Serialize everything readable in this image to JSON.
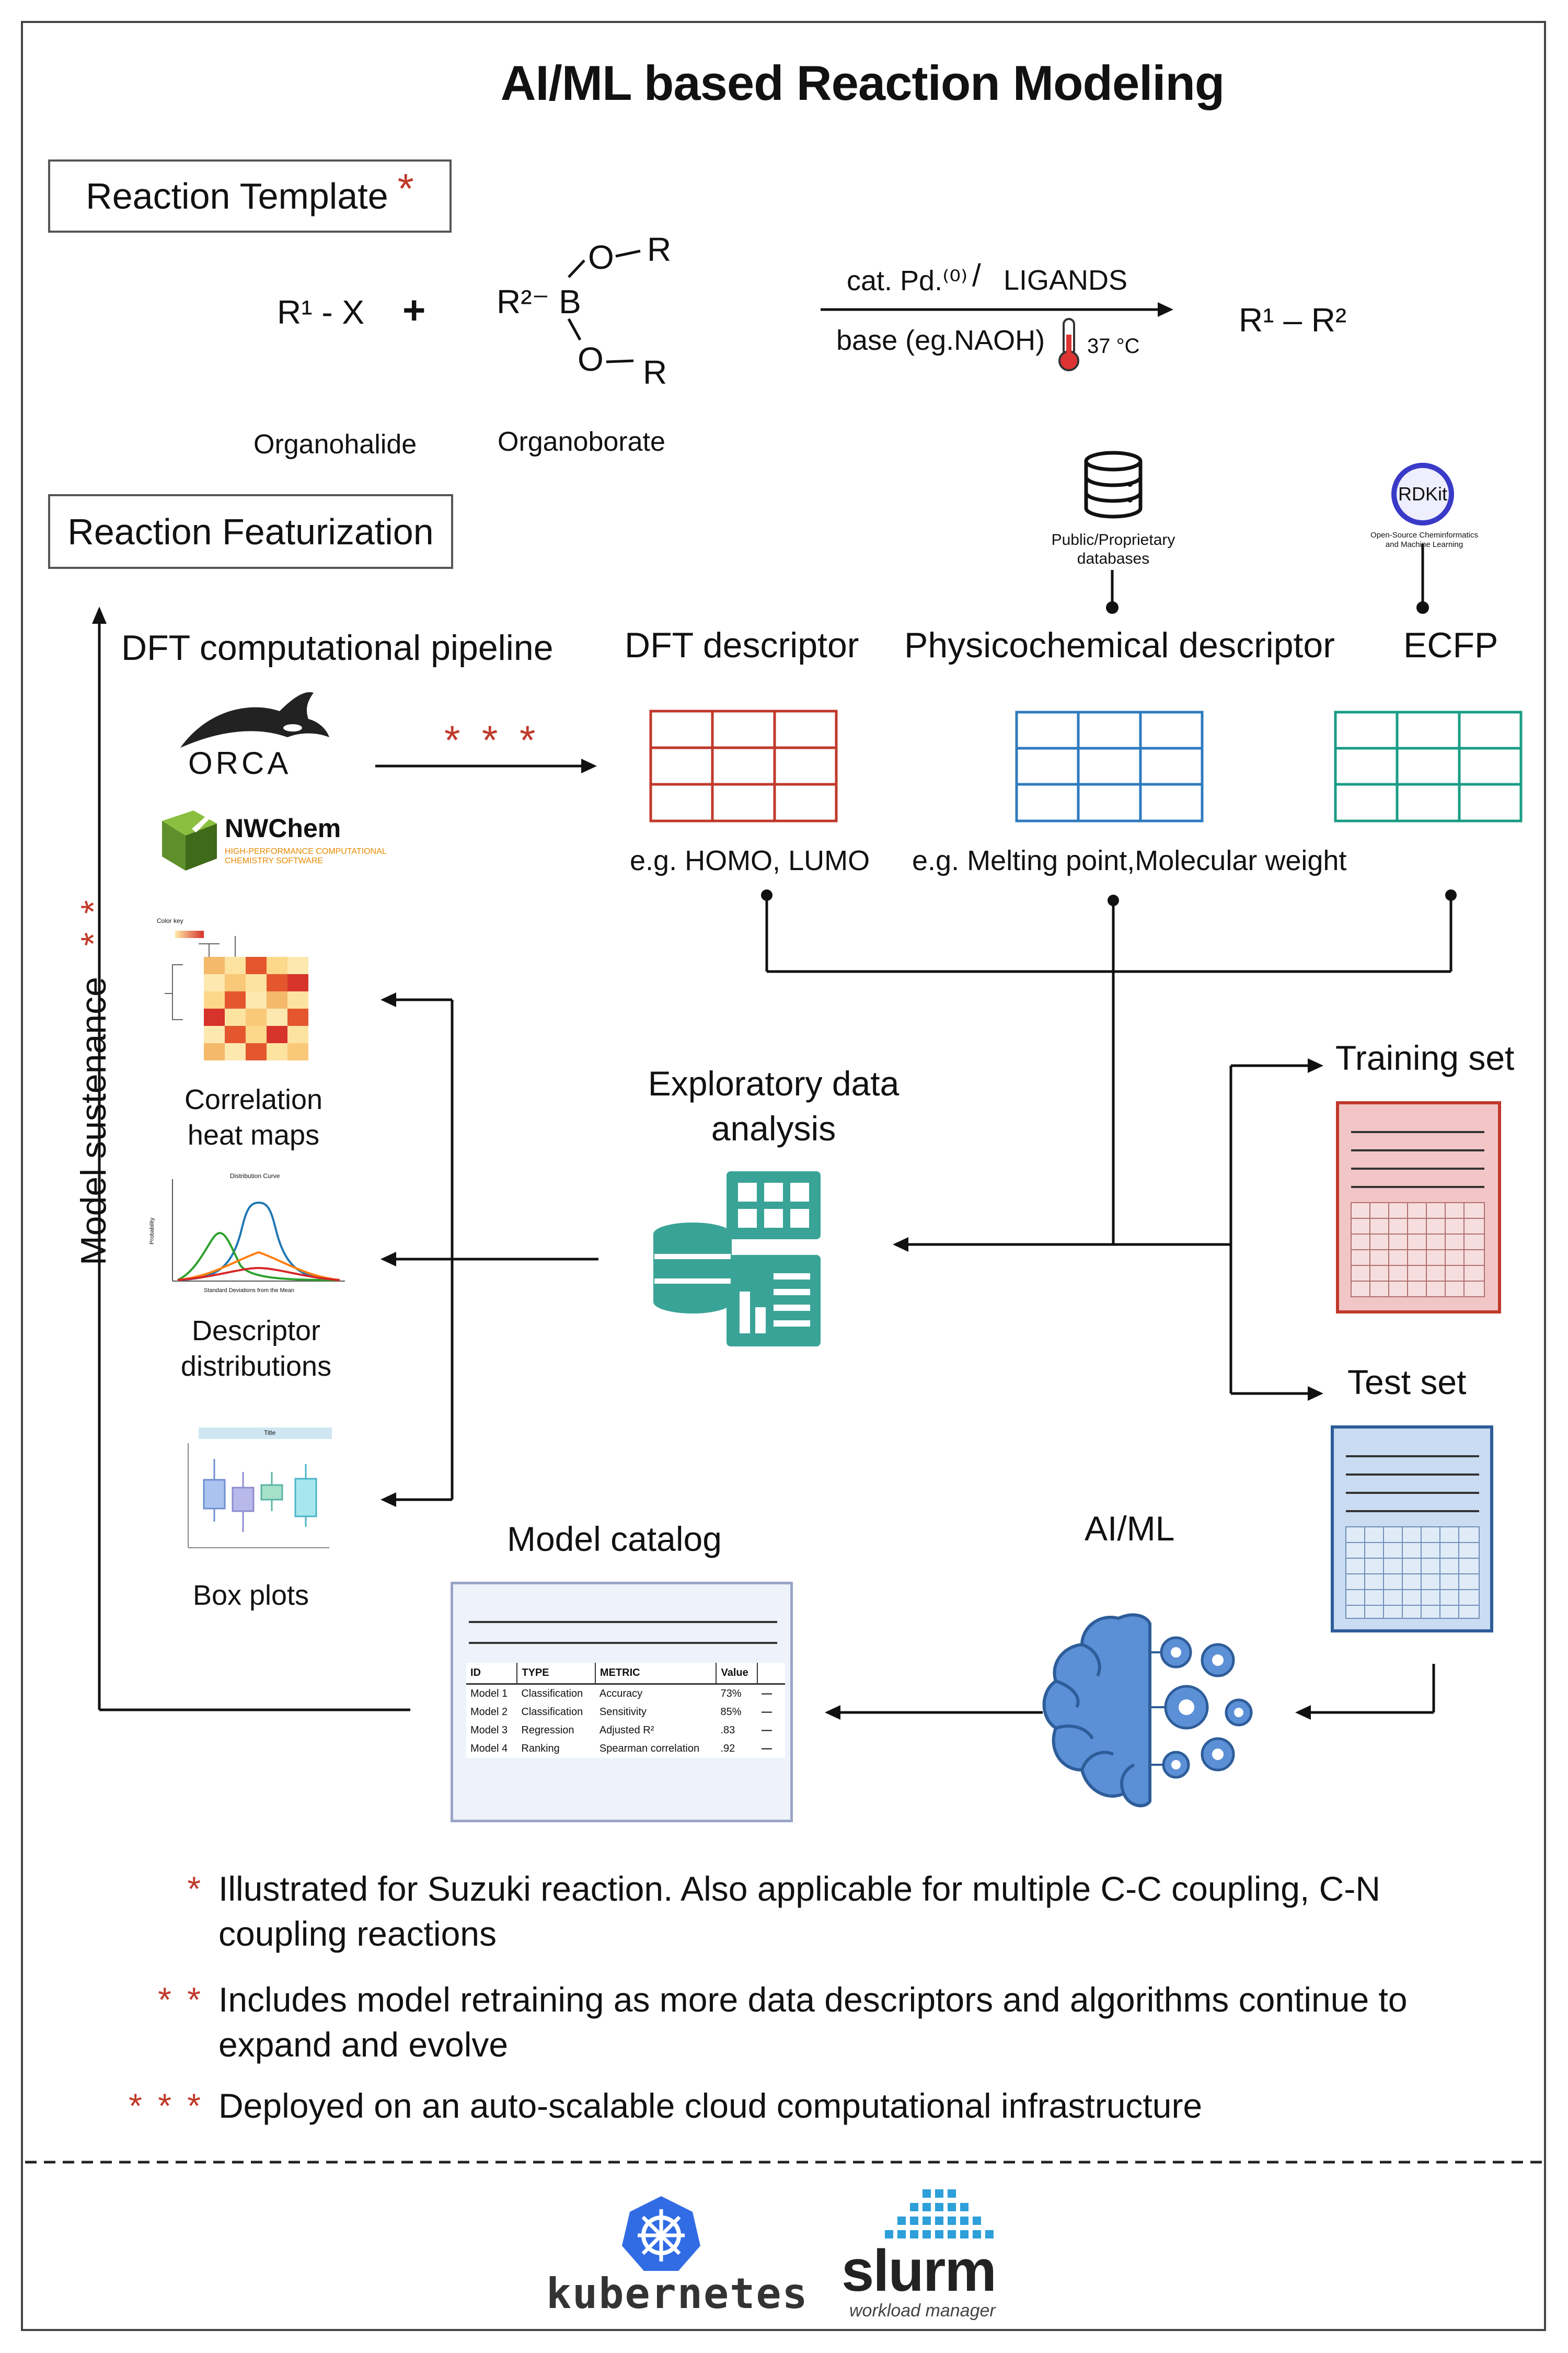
{
  "title": "AI/ML based Reaction Modeling",
  "template": {
    "label": "Reaction Template",
    "star": "*",
    "r1x": "R¹ - X",
    "plus": "+",
    "boron_r2": "R²⁻ B",
    "boron_o1": "O",
    "boron_r_top": "R",
    "boron_o2": "O",
    "boron_r_bot": "R",
    "catalyst": "cat. Pd.⁽⁰⁾",
    "slash": "/",
    "ligands": "LIGANDS",
    "base": "base (eg.NAOH)",
    "temperature": "37 °C",
    "product": "R¹ – R²",
    "organohalide": "Organohalide",
    "organoborate": "Organoborate"
  },
  "featurization": {
    "label": "Reaction Featurization",
    "dft_pipeline": "DFT computational pipeline",
    "orca": "ORCA",
    "nwchem_title": "NWChem",
    "nwchem_sub1": "HIGH-PERFORMANCE COMPUTATIONAL",
    "nwchem_sub2": "CHEMISTRY SOFTWARE",
    "triple_star": "* * *",
    "dft_descriptor": "DFT descriptor",
    "dft_example": "e.g. HOMO, LUMO",
    "physchem_descriptor": "Physicochemical descriptor",
    "physchem_example": "e.g. Melting point,Molecular weight",
    "ecfp": "ECFP",
    "db_label1": "Public/Proprietary",
    "db_label2": "databases",
    "rdkit": "RDKit",
    "rdkit_sub1": "Open-Source Cheminformatics",
    "rdkit_sub2": "and Machine Learning"
  },
  "sustenance": {
    "label": "Model sustenance",
    "star": "* *"
  },
  "eda": {
    "label1": "Exploratory data",
    "label2": "analysis",
    "heatmap1": "Correlation",
    "heatmap2": "heat maps",
    "heatmap_key": "Color key",
    "dist1": "Descriptor",
    "dist2": "distributions",
    "dist_title": "Distribution Curve",
    "dist_ylabel": "Probability",
    "dist_xlabel": "Standard Deviations from the Mean",
    "box": "Box plots",
    "box_title": "Title"
  },
  "split": {
    "training": "Training set",
    "test": "Test set"
  },
  "aiml": {
    "label": "AI/ML"
  },
  "catalog": {
    "label": "Model catalog",
    "headers": [
      "ID",
      "TYPE",
      "METRIC",
      "Value"
    ],
    "rows": [
      [
        "Model 1",
        "Classification",
        "Accuracy",
        "73%"
      ],
      [
        "Model 2",
        "Classification",
        "Sensitivity",
        "85%"
      ],
      [
        "Model 3",
        "Regression",
        "Adjusted R²",
        ".83"
      ],
      [
        "Model 4",
        "Ranking",
        "Spearman correlation",
        ".92"
      ]
    ]
  },
  "notes": [
    {
      "stars": "*",
      "text": "Illustrated for Suzuki reaction. Also applicable for multiple C-C coupling, C-N coupling reactions"
    },
    {
      "stars": "* *",
      "text": "Includes model retraining as more data descriptors and algorithms continue to expand and  evolve"
    },
    {
      "stars": "* * *",
      "text": "Deployed on an auto-scalable cloud computational infrastructure"
    }
  ],
  "footer": {
    "kubernetes": "kubernetes",
    "slurm": "slurm",
    "slurm_sub": "workload manager"
  },
  "colors": {
    "dft_grid": "#c0392b",
    "physchem_grid": "#2e7bbf",
    "ecfp_grid": "#1a9c85",
    "eda_icon": "#3aa397",
    "brain": "#5b8fd6",
    "training_fill": "#f2c6c6",
    "test_fill": "#c9dcf2"
  }
}
